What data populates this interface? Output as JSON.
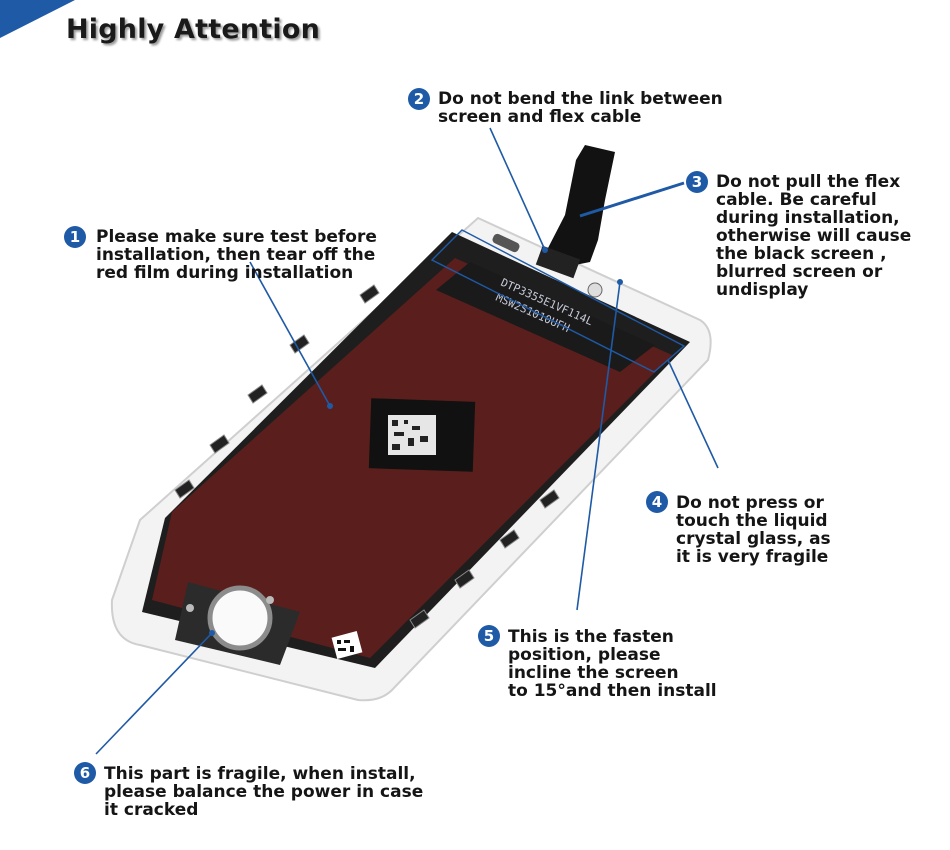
{
  "header": {
    "title": "Highly Attention"
  },
  "notes": [
    {
      "number": "1",
      "lines": [
        "Please make sure test before",
        "installation, then tear off the",
        "red film during installation"
      ]
    },
    {
      "number": "2",
      "lines": [
        "Do not bend the link between",
        "screen and flex cable"
      ]
    },
    {
      "number": "3",
      "lines": [
        "Do not pull the flex",
        "cable. Be careful",
        "during installation,",
        "otherwise will cause",
        "the black  screen ,",
        "blurred screen or",
        "undisplay"
      ]
    },
    {
      "number": "4",
      "lines": [
        "Do not press or",
        "touch the liquid",
        "crystal glass, as",
        "it is very fragile"
      ]
    },
    {
      "number": "5",
      "lines": [
        "This is the fasten",
        "position, please",
        "incline the screen",
        "to 15°and then install"
      ]
    },
    {
      "number": "6",
      "lines": [
        "This part is fragile, when install,",
        "please balance the power in case",
        "it cracked"
      ]
    }
  ],
  "panel_label": {
    "line1": "DTP3355E1VF114L",
    "line2": "MSW2S1010UFH"
  },
  "colors": {
    "accent": "#1f5aa6",
    "film": "#5a1f1c",
    "frame": "#f2f2f2"
  }
}
